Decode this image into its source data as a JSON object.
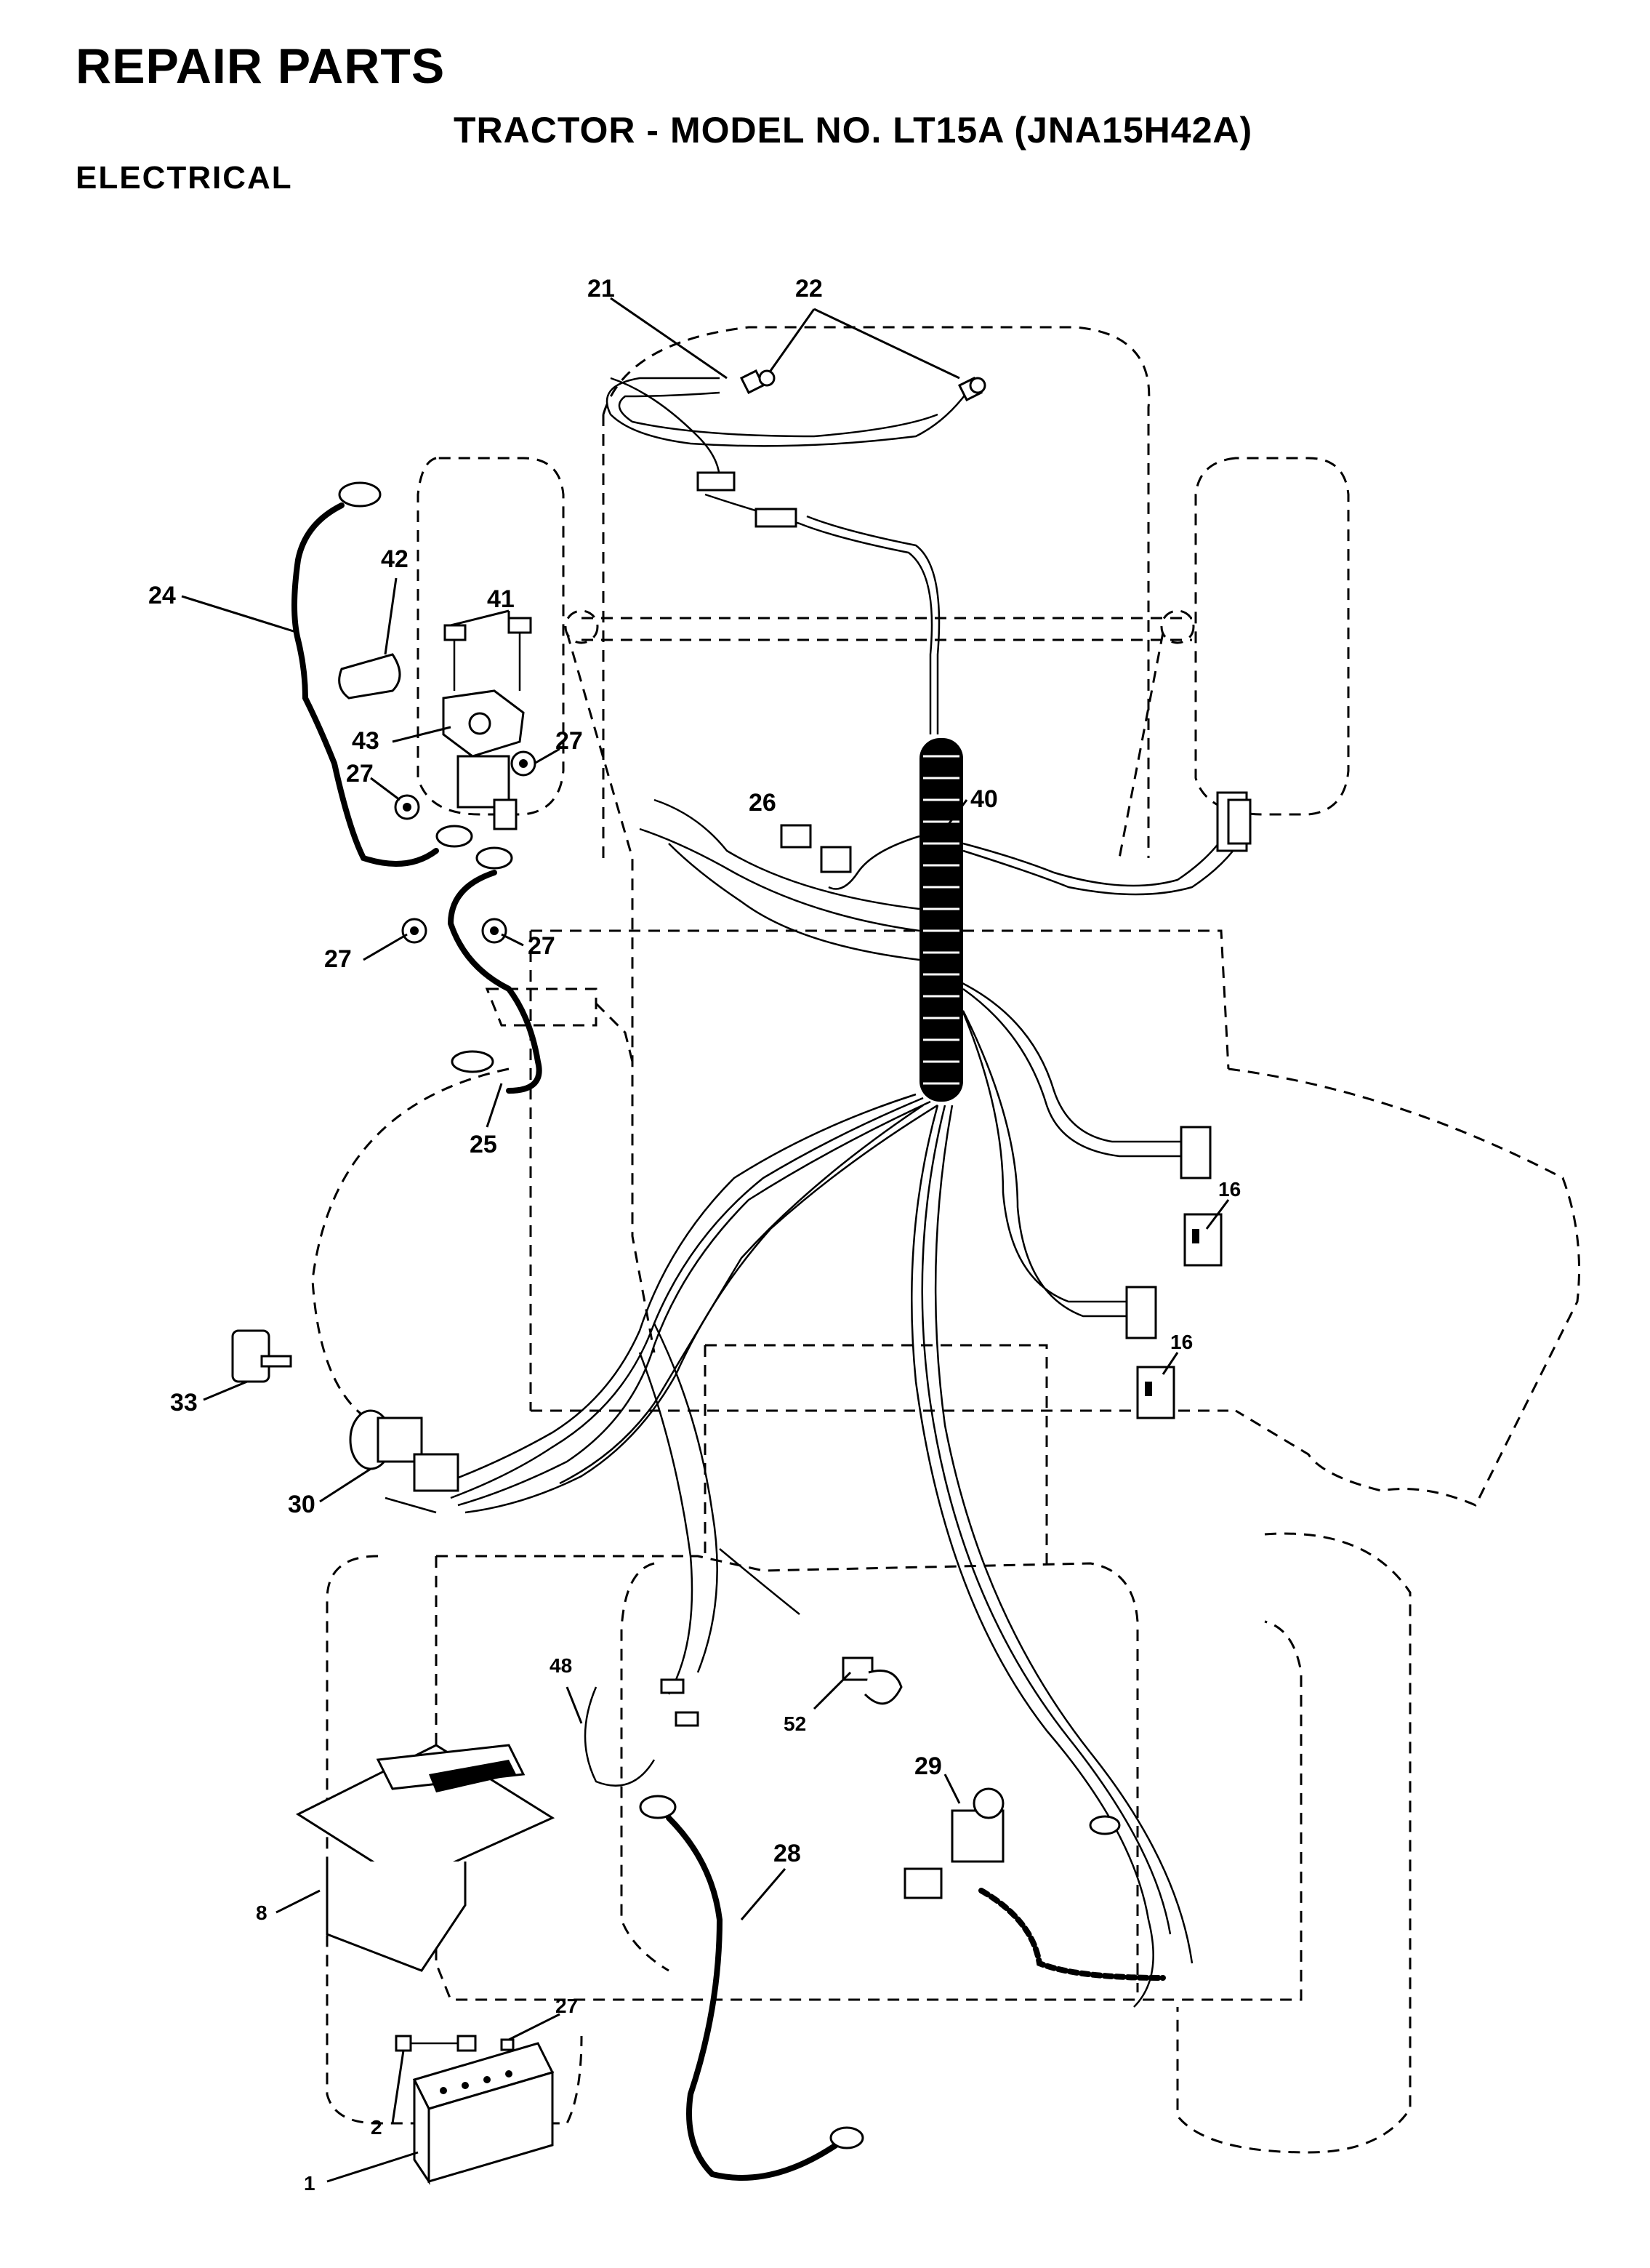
{
  "header": {
    "title": "REPAIR PARTS",
    "subtitle": "TRACTOR - MODEL NO. LT15A (JNA15H42A)",
    "section": "ELECTRICAL"
  },
  "callouts": {
    "c21": "21",
    "c22": "22",
    "c24": "24",
    "c42": "42",
    "c41": "41",
    "c43": "43",
    "c27a": "27",
    "c27b": "27",
    "c27c": "27",
    "c27d": "27",
    "c27e": "27",
    "c26": "26",
    "c40": "40",
    "c25": "25",
    "c16a": "16",
    "c16b": "16",
    "c33": "33",
    "c30": "30",
    "c48": "48",
    "c52": "52",
    "c29": "29",
    "c28": "28",
    "c8": "8",
    "c2": "2",
    "c1": "1"
  }
}
